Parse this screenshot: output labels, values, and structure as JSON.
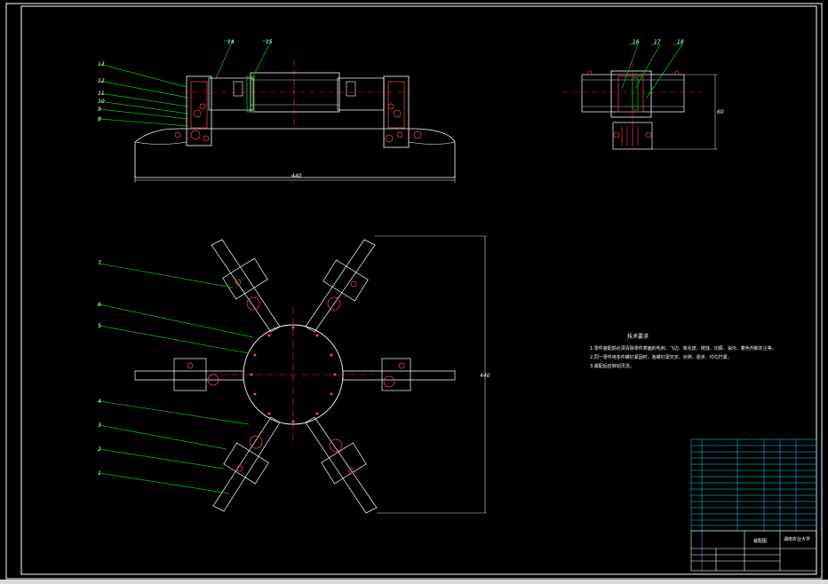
{
  "drawing": {
    "callouts_top_left": [
      "13",
      "12",
      "11",
      "10",
      "9",
      "8"
    ],
    "callouts_top": [
      "14",
      "15"
    ],
    "callouts_side": [
      "16",
      "17",
      "18"
    ],
    "callouts_plan": [
      "7",
      "6",
      "5",
      "4",
      "3",
      "2",
      "1"
    ],
    "dim_front_width": "440",
    "dim_side_height": "60",
    "dim_plan_height": "440"
  },
  "notes": {
    "title": "技术要求",
    "lines": [
      "1.零件装配前必须清除零件表面的毛刺、飞边、氧化皮、锈蚀、切屑、油污、着色剂和灰尘等。",
      "2.同一零件用多件螺钉紧固时，各螺钉需交叉、对称、逐步、均匀拧紧。",
      "3.装配后应转动灵活。"
    ]
  },
  "title_block": {
    "school": "湖南农业大学",
    "drawing_name": "装配图"
  },
  "colors": {
    "frame": "#ffffff",
    "center": "#ff2020",
    "leader": "#00d000",
    "table": "#00e0ff",
    "part": "#ff4a4a"
  }
}
